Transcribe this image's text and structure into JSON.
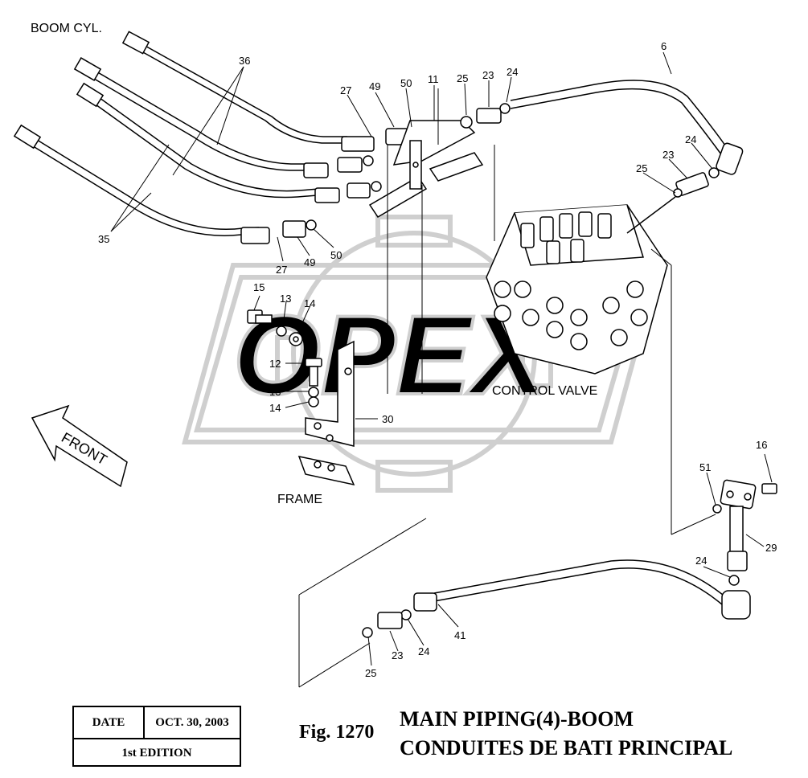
{
  "labels": {
    "boom_cyl": "BOOM CYL.",
    "control_valve": "CONTROL VALVE",
    "frame": "FRAME",
    "front": "FRONT",
    "watermark": "OPEX"
  },
  "callouts": {
    "c6": "6",
    "c36": "36",
    "c35": "35",
    "c27a": "27",
    "c49a": "49",
    "c50a": "50",
    "c11": "11",
    "c25a": "25",
    "c23a": "23",
    "c24a": "24",
    "c24b": "24",
    "c23b": "23",
    "c25b": "25",
    "c27b": "27",
    "c49b": "49",
    "c50b": "50",
    "c15": "15",
    "c13a": "13",
    "c14a": "14",
    "c12": "12",
    "c13b": "13",
    "c14b": "14",
    "c30": "30",
    "c16": "16",
    "c51": "51",
    "c29": "29",
    "c24c": "24",
    "c41": "41",
    "c25c": "25",
    "c23c": "23",
    "c24d": "24"
  },
  "footer": {
    "date_label": "DATE",
    "date_value": "OCT. 30, 2003",
    "edition": "1st EDITION",
    "fig_number": "Fig. 1270",
    "title_en": "MAIN PIPING(4)-BOOM",
    "title_fr": "CONDUITES DE BATI PRINCIPAL"
  }
}
